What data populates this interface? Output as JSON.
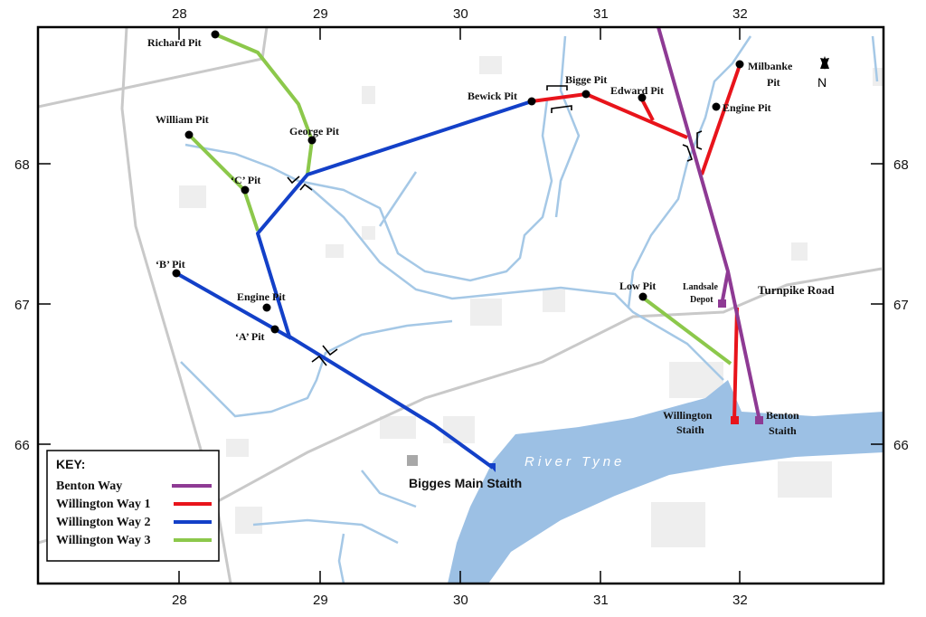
{
  "map": {
    "x_ticks": [
      "28",
      "29",
      "30",
      "31",
      "32"
    ],
    "y_ticks": [
      "68",
      "67",
      "66"
    ],
    "north_label": "N",
    "river_label": "River Tyne",
    "road_label": "Turnpike Road",
    "places": {
      "richard_pit": "Richard Pit",
      "william_pit": "William Pit",
      "george_pit": "George Pit",
      "c_pit": "‘C’ Pit",
      "b_pit": "‘B’ Pit",
      "engine_pit_w": "Engine Pit",
      "a_pit": "‘A’ Pit",
      "bewick_pit": "Bewick Pit",
      "bigge_pit": "Bigge Pit",
      "edward_pit": "Edward Pit",
      "milbanke_pit_1": "Milbanke",
      "milbanke_pit_2": "Pit",
      "engine_pit_e": "Engine Pit",
      "low_pit": "Low Pit",
      "landsale_1": "Landsale",
      "landsale_2": "Depot",
      "willington_staith_1": "Willington",
      "willington_staith_2": "Staith",
      "benton_staith_1": "Benton",
      "benton_staith_2": "Staith",
      "bigges_main_staith": "Bigges Main Staith"
    }
  },
  "key": {
    "title": "KEY:",
    "items": [
      {
        "label": "Benton Way",
        "color": "#8e3a94"
      },
      {
        "label": "Willington Way 1",
        "color": "#e8141b"
      },
      {
        "label": "Willington Way 2",
        "color": "#1340c8"
      },
      {
        "label": "Willington Way 3",
        "color": "#8cc84b"
      }
    ]
  }
}
